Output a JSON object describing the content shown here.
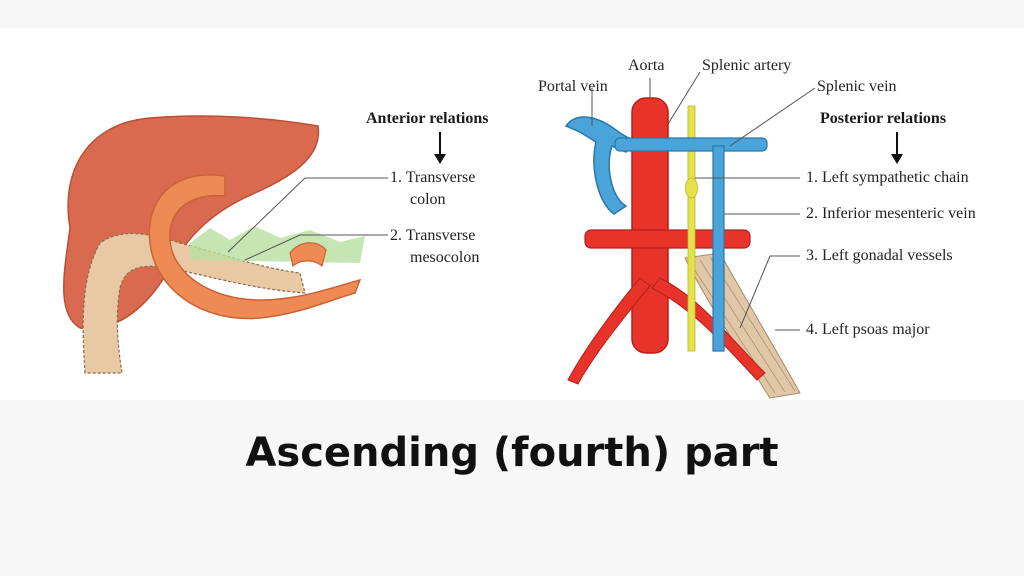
{
  "caption": "Ascending (fourth) part",
  "left_panel": {
    "header": "Anterior relations",
    "items": [
      {
        "num": "1.",
        "line1": "Transverse",
        "line2": "colon"
      },
      {
        "num": "2.",
        "line1": "Transverse",
        "line2": "mesocolon"
      }
    ]
  },
  "right_panel": {
    "vessel_labels": {
      "aorta": "Aorta",
      "portal_vein": "Portal vein",
      "splenic_artery": "Splenic artery",
      "splenic_vein": "Splenic vein"
    },
    "header": "Posterior relations",
    "items": [
      {
        "num": "1.",
        "text": "Left sympathetic chain"
      },
      {
        "num": "2.",
        "text": "Inferior mesenteric vein"
      },
      {
        "num": "3.",
        "text": "Left gonadal vessels"
      },
      {
        "num": "4.",
        "text": "Left psoas major"
      }
    ]
  },
  "colors": {
    "liver": "#d96a4f",
    "duodenum": "#e8c9a3",
    "colon": "#f08a55",
    "artery": "#e8332a",
    "vein": "#4aa3d9",
    "nerve": "#e6e24a",
    "psoas": "#e0c7a8"
  }
}
